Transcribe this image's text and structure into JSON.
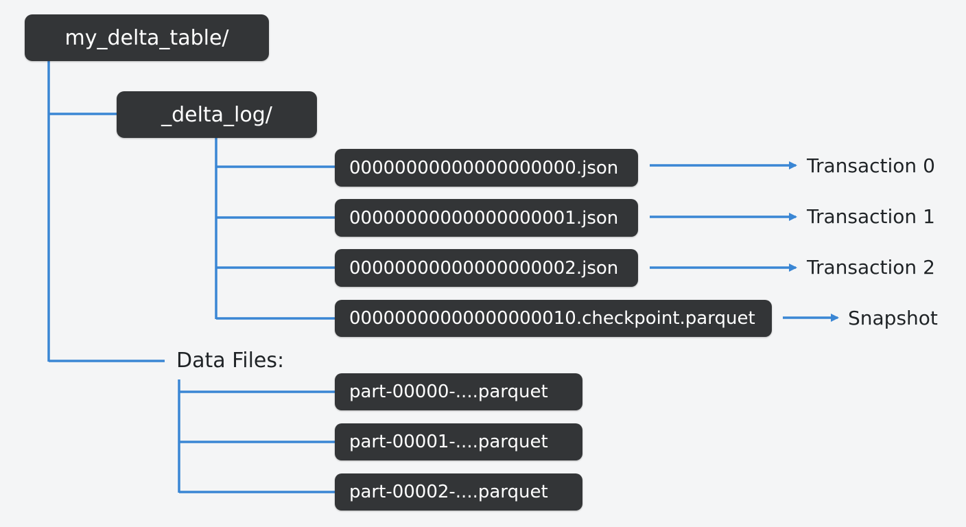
{
  "root": {
    "label": "my_delta_table/"
  },
  "delta_log": {
    "label": "_delta_log/",
    "entries": [
      {
        "file": "00000000000000000000.json",
        "meaning": "Transaction 0"
      },
      {
        "file": "00000000000000000001.json",
        "meaning": "Transaction 1"
      },
      {
        "file": "00000000000000000002.json",
        "meaning": "Transaction 2"
      },
      {
        "file": "00000000000000000010.checkpoint.parquet",
        "meaning": "Snapshot"
      }
    ]
  },
  "data_files": {
    "label": "Data Files:",
    "files": [
      "part-00000-....parquet",
      "part-00001-....parquet",
      "part-00002-....parquet"
    ]
  },
  "colors": {
    "connector": "#3a86d4",
    "node_bg": "#333537",
    "node_text": "#ffffff",
    "background": "#f4f5f6"
  }
}
